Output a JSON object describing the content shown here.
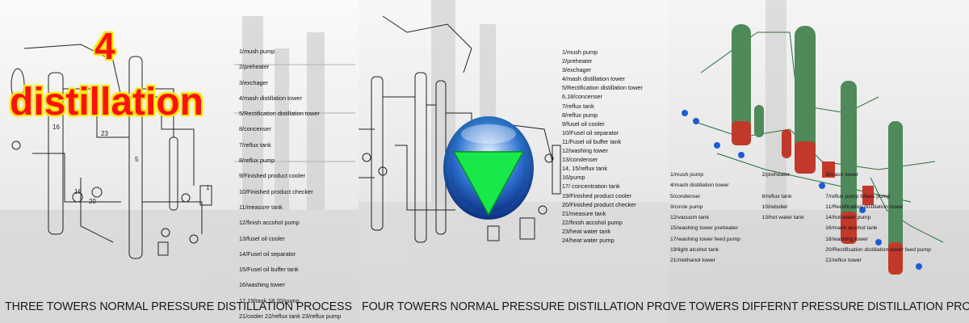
{
  "headline": {
    "number": "4",
    "word": "distillation"
  },
  "panels": [
    {
      "caption": "THREE TOWERS NORMAL PRESSURE DISTILLATION PROCESS",
      "legend": [
        "1/mush pump",
        "2/preheater",
        "3/exchager",
        "4/mash distillation tower",
        "5/Rectification distillation tower",
        "8/concenser",
        "7/reflux tank",
        "8/reflux pump",
        "9/Finished product cooler",
        "10/Finished product checker",
        "11/measure  tank",
        "12/finish accohol pump",
        "13/fusel oil cooler",
        "14/Fusel oil separator",
        "15/Fusel oil buffer tank",
        "16/washing tower",
        "17,19/tank     18,20/pump",
        "21/cooler    22/reflux tank    23/reflux pump"
      ]
    },
    {
      "caption": "FOUR TOWERS NORMAL PRESSURE DISTILLATION PROCESS",
      "legend": [
        "1/mush pump",
        "2/preheater",
        "3/exchager",
        "4/mash distillation tower",
        "5/Rectification distillation tower",
        "6,18/concenser",
        "7/reflux tank",
        "8/reflux pump",
        "9/fusel oil cooler",
        "10/Fusel oil separator",
        "11/Fusel oil buffer tank",
        "12/washing tower",
        "13/condenser",
        "14, 15/reflux tank",
        "16/pump",
        "17/ concentration tank",
        "19/Finished product cooler",
        "20/Finished product checker",
        "21/measure  tank",
        "22/finish accohol pump",
        "23/heat water tank",
        "24/heat water pump"
      ]
    },
    {
      "caption": "FIVE TOWERS DIFFERNT PRESSURE DISTILLATION PROCESS",
      "legend": [
        "1/mush pump",
        "2/preheater",
        "3/mash tower",
        "",
        "4/mash distillation tower",
        "",
        "",
        "",
        "5/condenser",
        "6/reflux tank",
        "7/reflux pump  8/lees pump",
        "",
        "9/circle pump",
        "10/reboiler",
        "11/Rectification distillation tower",
        "",
        "12/vacuum tank",
        "13/hot water tank",
        "14/hot water pump",
        "",
        "15/washing tower preheater",
        "",
        "16/mash alcohol tank",
        "",
        "17/washing tower feed pump",
        "",
        "18/washing tower",
        "",
        "19/light alcohol tank",
        "",
        "20/Rectification distillation tower feed pump",
        "",
        "21/methanol tower",
        "",
        "22/reflux tower",
        ""
      ]
    }
  ],
  "play_button": {
    "shape": "triangle-down",
    "fill": "#19e84a",
    "ring": "#1a4fb8"
  },
  "colors": {
    "headline_red": "#ff1010",
    "headline_outline": "#f2e600",
    "tower_green": "#4f8a5a",
    "tower_red": "#c0392b"
  }
}
